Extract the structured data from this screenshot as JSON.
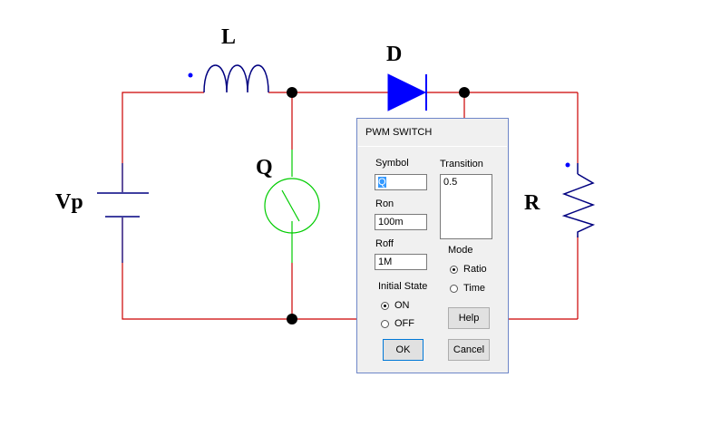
{
  "schematic": {
    "labels": {
      "inductor": "L",
      "diode": "D",
      "switch": "Q",
      "source": "Vp",
      "resistor": "R"
    },
    "colors": {
      "wire": "#cc0000",
      "component": "#000080",
      "diode": "#0000ff",
      "switch": "#00cc00",
      "node": "#000000"
    }
  },
  "dialog": {
    "title": "PWM SWITCH",
    "symbol": {
      "label": "Symbol",
      "value": "Q"
    },
    "ron": {
      "label": "Ron",
      "value": "100m"
    },
    "roff": {
      "label": "Roff",
      "value": "1M"
    },
    "transition": {
      "label": "Transition",
      "value": "0.5"
    },
    "initial_state": {
      "label": "Initial State",
      "on": "ON",
      "off": "OFF",
      "selected": "ON"
    },
    "mode": {
      "label": "Mode",
      "ratio": "Ratio",
      "time": "Time",
      "selected": "Ratio"
    },
    "buttons": {
      "help": "Help",
      "ok": "OK",
      "cancel": "Cancel"
    }
  }
}
